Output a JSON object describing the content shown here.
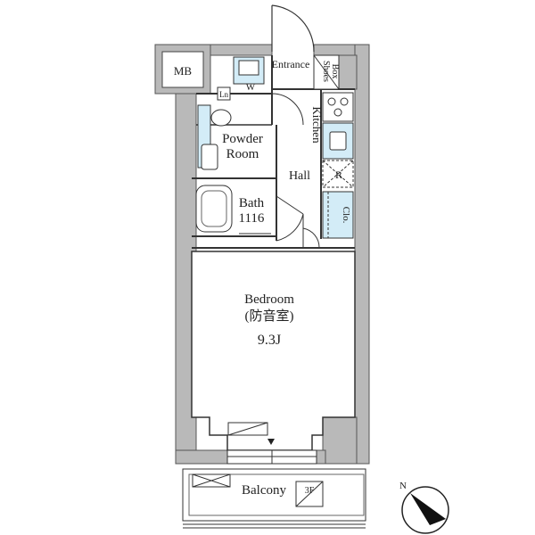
{
  "rooms": {
    "entrance": "Entrance",
    "shoes_box_1": "Shoes",
    "shoes_box_2": "Box",
    "mb": "MB",
    "ln": "Ln",
    "w": "W",
    "kitchen": "Kitchen",
    "powder_1": "Powder",
    "powder_2": "Room",
    "hall": "Hall",
    "refrigerator": "R",
    "bath_1": "Bath",
    "bath_2": "1116",
    "closet": "Clo.",
    "bedroom_1": "Bedroom",
    "bedroom_2": "(防音室)",
    "bedroom_size": "9.3J",
    "balcony": "Balcony",
    "floor": "3F"
  },
  "compass": {
    "north": "N"
  },
  "colors": {
    "fixture": "#d3ecf7",
    "wall": "#b9b9b9"
  }
}
